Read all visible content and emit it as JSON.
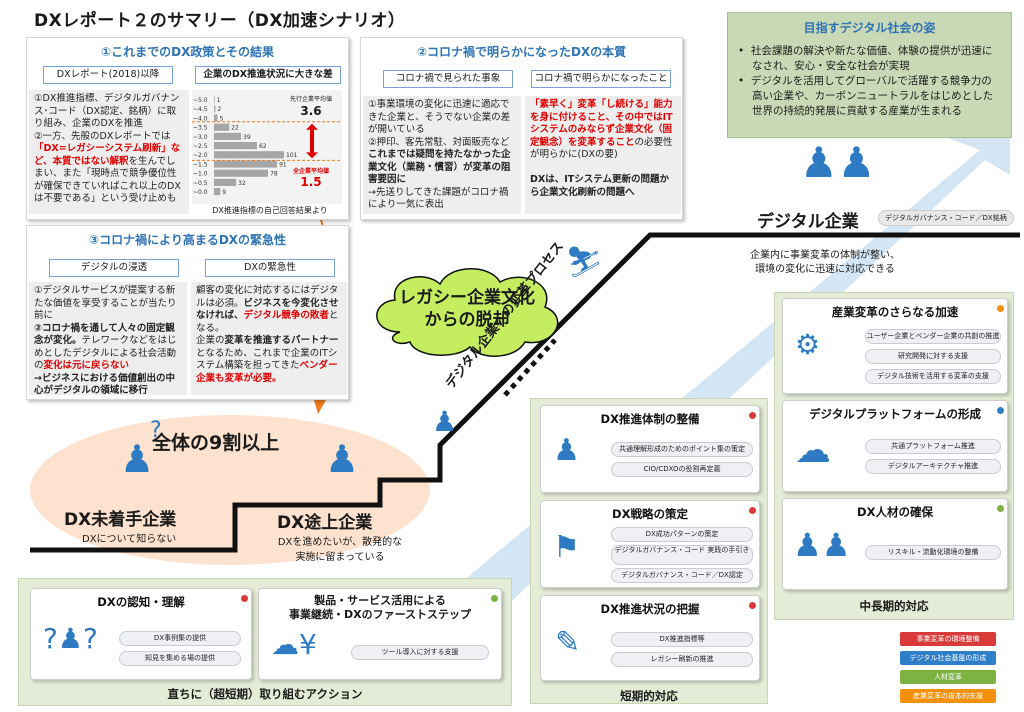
{
  "title": "DXレポート２のサマリー（DX加速シナリオ）",
  "panel1": {
    "title": "①これまでのDX政策とその結果",
    "label_left": "DXレポート(2018)以降",
    "label_right": "企業のDX推進状況に大きな差",
    "body_1": "①DX推進指標、デジタルガバナンス･コード（DX認定、銘柄）に取り組み、企業のDXを推進",
    "body_2": "②一方、先般のDXレポートでは",
    "body_red": "「DX=レガシーシステム刷新」など、本質ではない解釈",
    "body_3": "を生んでしまい、また「現時点で競争優位性が確保できていればこれ以上のDXは不要である」という受け止めも",
    "chart_caption": "DX推進指標の自己回答結果より",
    "top_label": "先行企業平均値",
    "top_value": "3.6",
    "avg_label": "全企業平均値",
    "avg_value": "1.5"
  },
  "chart_data": {
    "type": "bar",
    "orientation": "horizontal",
    "categories": [
      "~5.0",
      "~4.5",
      "~4.0",
      "~3.5",
      "~3.0",
      "~2.5",
      "~2.0",
      "~1.5",
      "~1.0",
      "~0.5",
      "~0.0"
    ],
    "values": [
      1,
      2,
      5,
      22,
      39,
      62,
      101,
      91,
      78,
      32,
      9
    ]
  },
  "panel2": {
    "title": "②コロナ禍で明らかになったDXの本質",
    "label_left": "コロナ禍で見られた事象",
    "label_right": "コロナ禍で明らかになったこと",
    "left_1": "①事業環境の変化に迅速に適応できた企業と、そうでない企業の差が開いている",
    "left_2": "②押印、客先常駐、対面販売など",
    "left_bold": "これまでは疑問を持たなかった企業文化（業務・慣習）が変革の阻害要因に",
    "left_3": "→先送りしてきた課題がコロナ禍により一気に表出",
    "right_red": "「素早く」変革「し続ける」能力を身に付けること、その中ではITシステムのみならず企業文化（固定観念）を変革すること",
    "right_1": "の必要性が明らかに(DXの要)",
    "right_bold": "DXは、ITシステム更新の問題から企業文化刷新の問題へ"
  },
  "panel3": {
    "title": "③コロナ禍により高まるDXの緊急性",
    "label_left": "デジタルの浸透",
    "label_right": "DXの緊急性",
    "left_1": "①デジタルサービスが提案する新たな価値を享受することが当たり前に",
    "left_bold": "②コロナ禍を通して人々の固定観念が変化。",
    "left_2": "テレワークなどをはじめとしたデジタルによる社会活動の",
    "left_red": "変化は元に戻らない",
    "left_3": "→ビジネスにおける価値創出の中心がデジタルの領域に移行",
    "right_1": "顧客の変化に対応するにはデジタルは必須。",
    "right_bold": "ビジネスを今変化させなければ、",
    "right_red": "デジタル競争の敗者",
    "right_2": "となる。",
    "right_3": "企業の",
    "right_bold2": "変革を推進するパートナー",
    "right_4": "となるため、これまで企業のITシステム構築を担ってきた",
    "right_red2": "ベンダー企業も変革が必要。"
  },
  "goal": {
    "title": "目指すデジタル社会の姿",
    "bullet_1": "社会課題の解決や新たな価値、体験の提供が迅速になされ、安心・安全な社会が実現",
    "bullet_2": "デジタルを活用してグローバルで活躍する競争力の高い企業や、カーボンニュートラルをはじめとした世界の持続的発展に貢献する産業が生まれる"
  },
  "cloud": {
    "line1": "レガシー企業文化",
    "line2": "からの脱却"
  },
  "stairs": {
    "nine_tenths": "全体の9割以上",
    "not_started": "DX未着手企業",
    "not_started_sub": "DXについて知らない",
    "in_progress": "DX途上企業",
    "in_progress_sub1": "DXを進めたいが、散発的な",
    "in_progress_sub2": "実施に留まっている",
    "digital": "デジタル企業",
    "digital_tag": "デジタルガバナンス・コード／DX銘柄",
    "digital_sub1": "企業内に事業変革の体制が整い、",
    "digital_sub2": "環境の変化に迅速に対応できる",
    "process": "デジタル企業への変革プロセス"
  },
  "immediate": {
    "footer": "直ちに（超短期）取り組むアクション",
    "card1_title": "DXの認知・理解",
    "card1_pills": [
      "DX事例集の提供",
      "知見を集める場の提供"
    ],
    "card2_title1": "製品・サービス活用による",
    "card2_title2": "事業継続・DXのファーストステップ",
    "card2_pills": [
      "ツール導入に対する支援"
    ]
  },
  "short": {
    "footer": "短期的対応",
    "card1_title": "DX推進体制の整備",
    "card1_pills": [
      "共通理解形成のためのポイント集の策定",
      "CIO/CDXOの役割再定義"
    ],
    "card2_title": "DX戦略の策定",
    "card2_pills": [
      "DX成功パターンの策定",
      "デジタルガバナンス・コード 実践の手引き",
      "デジタルガバナンス・コード／DX認定"
    ],
    "card3_title": "DX推進状況の把握",
    "card3_pills": [
      "DX推進指標等",
      "レガシー刷新の推進"
    ]
  },
  "mid": {
    "footer": "中長期的対応",
    "card1_title": "産業変革のさらなる加速",
    "card1_pills": [
      "ユーザー企業とベンダー企業の共創の推進",
      "研究開発に対する支援",
      "デジタル技術を活用する変革の支援"
    ],
    "card2_title": "デジタルプラットフォームの形成",
    "card2_pills": [
      "共通プラットフォーム推進",
      "デジタルアーキテクチャ推進"
    ],
    "card3_title": "DX人材の確保",
    "card3_pills": [
      "リスキル・流動化環境の整備"
    ]
  },
  "legend": [
    "事業変革の環境整備",
    "デジタル社会基盤の形成",
    "人材変革",
    "産業変革の抜本的支援"
  ],
  "colors": {
    "accent": "#2e74b5",
    "red": "#e00000",
    "green_box": "#e4ecd7",
    "goal_box": "#c9d9b6",
    "legend_red": "#d93b3b",
    "legend_blue": "#2f7ec8",
    "legend_green": "#7cb342",
    "legend_orange": "#f4900c"
  }
}
